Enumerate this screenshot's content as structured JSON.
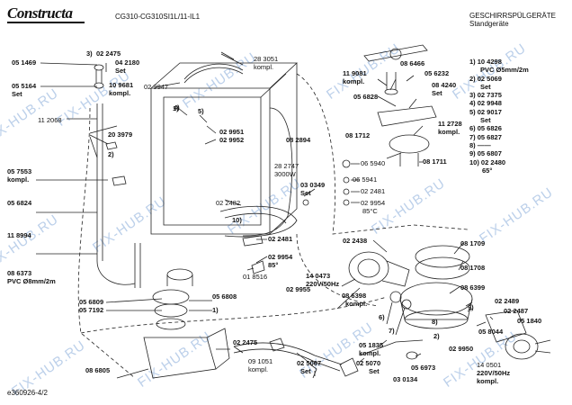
{
  "header": {
    "brand": "Constructa",
    "model": "CG310-CG310SI1L/11-IL1",
    "category": "GESCHIRRSPÜLGERÄTE",
    "subcategory": "Standgeräte"
  },
  "watermark": "FIX-HUB.RU",
  "footer": "e360926-4/2",
  "legend": [
    "1) 10 4298",
    "PVC Ø5mm/2m",
    "2) 02 5069",
    "Set",
    "3) 02 7375",
    "4) 02 9948",
    "5) 02 9017",
    "Set",
    "6) 05 6826",
    "7) 05 6827",
    "8) ——",
    "9) 05 6807",
    "10) 02 2480",
    "65°"
  ],
  "labels": {
    "p051469": "05 1469",
    "p022475a": "02 2475",
    "p042180": "04 2180",
    "set_a": "Set",
    "p055164": "05 5164",
    "set_b": "Set",
    "p109681": "10 9681",
    "kompl_a": "kompl.",
    "p112068": "11 2068",
    "p283051": "28 3051",
    "kompl_b": "kompl.",
    "p029947": "02 9947",
    "n1": "1)",
    "n4": "4)",
    "n5": "5)",
    "n3": "3)",
    "p203979": "20 3979",
    "n2": "2)",
    "p057553": "05 7553",
    "kompl_c": "kompl.",
    "p056824": "05 6824",
    "p029951": "02 9951",
    "p029952": "02 9952",
    "p082894": "08 2894",
    "p282747": "28 2747",
    "w3000": "3000W",
    "p030349": "03 0349",
    "set_c": "Set",
    "p022482": "02 2482",
    "n10": "10)",
    "p118994": "11 8994",
    "p022481a": "02 2481",
    "p029954": "02 9954",
    "d85": "85°",
    "p018516": "01 8516",
    "p086373": "08 6373",
    "pvc8": "PVC Ø8mm/2m",
    "p056809": "05 6809",
    "p057192": "05 7192",
    "p056808": "05 6808",
    "n1b": "1)",
    "p119081": "11 9081",
    "kompl_d": "kompl.",
    "p086466": "08 6466",
    "p056232": "05 6232",
    "p084240": "08 4240",
    "set_d": "Set",
    "p056828": "05 6828",
    "p112728": "11 2728",
    "kompl_e": "kompl.",
    "p081712": "08 1712",
    "p081711": "08 1711",
    "p065940": "06 5940",
    "p065941": "06 5941",
    "p022481b": "02 2481",
    "p029954b": "02 9954",
    "d85b": "85°C",
    "p022438": "02 2438",
    "p081709": "08 1709",
    "p081708": "08 1708",
    "p140473": "14 0473",
    "v220a": "220V/50Hz",
    "p086398": "08 6398",
    "kompl_f": "kompl.",
    "p029955": "02 9955",
    "p086399": "08 6399",
    "n6": "6)",
    "n7": "7)",
    "n8": "8)",
    "n9": "9)",
    "p022489": "02 2489",
    "p022487": "02 2487",
    "p051840": "05 1840",
    "p058044": "05 8044",
    "n2b": "2)",
    "p029950": "02 9950",
    "p140501": "14 0501",
    "v220b": "220V/50Hz",
    "kompl_g": "kompl.",
    "p086805": "08 6805",
    "p022475b": "02 2475",
    "p091051": "09 1051",
    "kompl_h": "kompl.",
    "p025067": "02 5067",
    "set_e": "Set",
    "p025070": "02 5070",
    "set_f": "Set",
    "p051835": "05 1835",
    "kompl_i": "kompl.",
    "p056973": "05 6973",
    "p030134": "03 0134"
  }
}
